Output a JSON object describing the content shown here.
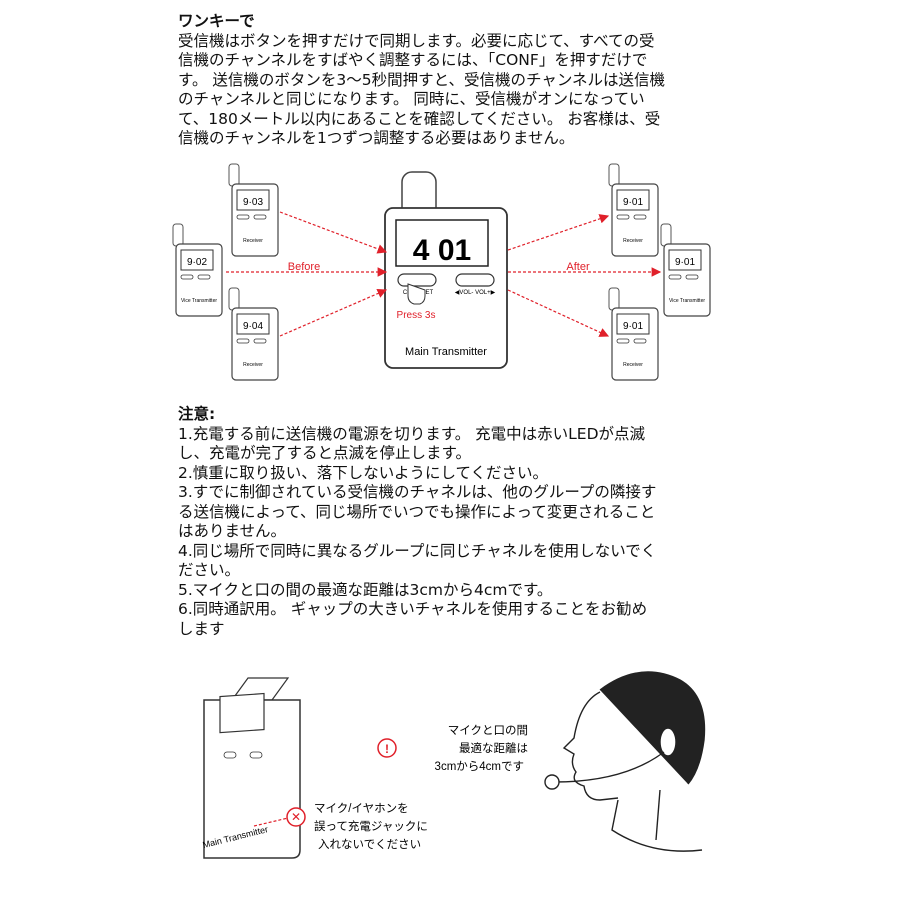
{
  "intro": {
    "heading": "ワンキーで",
    "lines": [
      "受信機はボタンを押すだけで同期します。必要に応じて、すべての受",
      "信機のチャンネルをすばやく調整するには、「CONF」を押すだけで",
      "す。 送信機のボタンを3～5秒間押すと、受信機のチャンネルは送信機",
      "のチャンネルと同じになります。 同時に、受信機がオンになってい",
      "て、180メートル以内にあることを確認してください。 お客様は、受",
      "信機のチャンネルを1つずつ調整する必要はありません。"
    ]
  },
  "diagram": {
    "before_label": "Before",
    "after_label": "After",
    "press_label": "Press 3s",
    "main_label": "Main Transmitter",
    "main_channel": "4 01",
    "main_btn_left": "CONF  SET",
    "main_btn_right": "◀VOL-  VOL+▶",
    "receiver_label": "Receiver",
    "vice_label": "Vice Transmitter",
    "left_channels": [
      "9·03",
      "9·02",
      "9·04"
    ],
    "right_channels": [
      "9·01",
      "9·01",
      "9·01"
    ]
  },
  "notes": {
    "heading": "注意:",
    "lines": [
      "1.充電する前に送信機の電源を切ります。 充電中は赤いLEDが点滅",
      "し、充電が完了すると点滅を停止します。",
      "2.慎重に取り扱い、落下しないようにしてください。",
      "3.すでに制御されている受信機のチャネルは、他のグループの隣接す",
      "る送信機によって、同じ場所でいつでも操作によって変更されること",
      "はありません。",
      "4.同じ場所で同時に異なるグループに同じチャネルを使用しないでく",
      "ださい。",
      "5.マイクと口の間の最適な距離は3cmから4cmです。",
      "6.同時通訳用。 ギャップの大きいチャネルを使用することをお勧め",
      "します"
    ]
  },
  "bottom": {
    "device_label": "Main Transmitter",
    "warning_lines": [
      "マイク/イヤホンを",
      "誤って充電ジャックに",
      "入れないでください"
    ],
    "distance_lines": [
      "マイクと口の間",
      "最適な距離は",
      "3cmから4cmです"
    ]
  },
  "colors": {
    "arrow": "#e0202a",
    "press": "#e0202a",
    "text": "#111111"
  }
}
